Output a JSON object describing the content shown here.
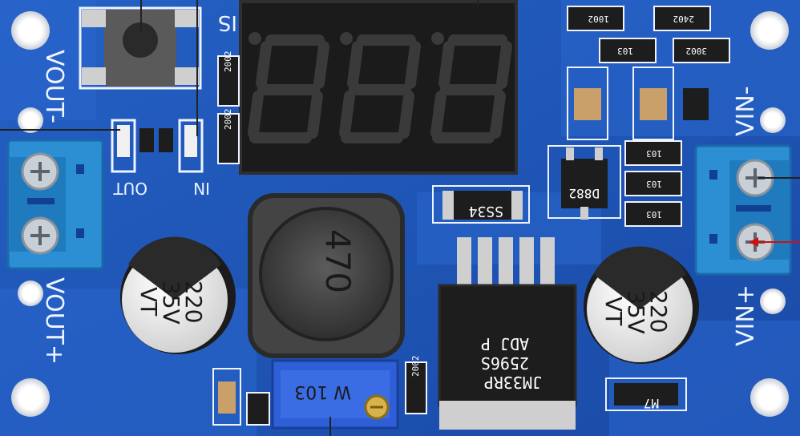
{
  "board": {
    "colors": {
      "pcb": "#1f55b8",
      "pcb_dark": "#123f92",
      "copper_trace": "#2a66cc",
      "silkscreen": "#eef3ff",
      "terminal": "#2c8fd3",
      "display": "#1b1b1b",
      "segment": "#2e2e2e",
      "cap_body": "#1b1b1b",
      "inductor": "#3a3a3a",
      "trimmer": "#2f5fd6",
      "leader_line": "#222222",
      "leader_arrow": "#cc1111"
    },
    "labels": {
      "vout_minus": "VOUT-",
      "vout_plus": "VOUT+",
      "vin_minus": "VIN-",
      "vin_plus": "VIN+",
      "out": "OUT",
      "in": "IN",
      "is": "IS"
    },
    "components": {
      "inductor_marking": "470",
      "cap_left": {
        "value": "220",
        "voltage": "35V",
        "series": "VT"
      },
      "cap_right": {
        "value": "220",
        "voltage": "35V",
        "series": "VT"
      },
      "diode": "SS34",
      "transistor": "D882",
      "regulator_line1": "JM33RP",
      "regulator_line2": "2596S",
      "regulator_line3": "ADJ P",
      "trimmer": "W 103",
      "schottky_small": "M7",
      "resistors": [
        "1002",
        "2402",
        "103",
        "3002",
        "2002",
        "2002",
        "103",
        "103",
        "103",
        "2002"
      ]
    },
    "display_digits": "888"
  }
}
